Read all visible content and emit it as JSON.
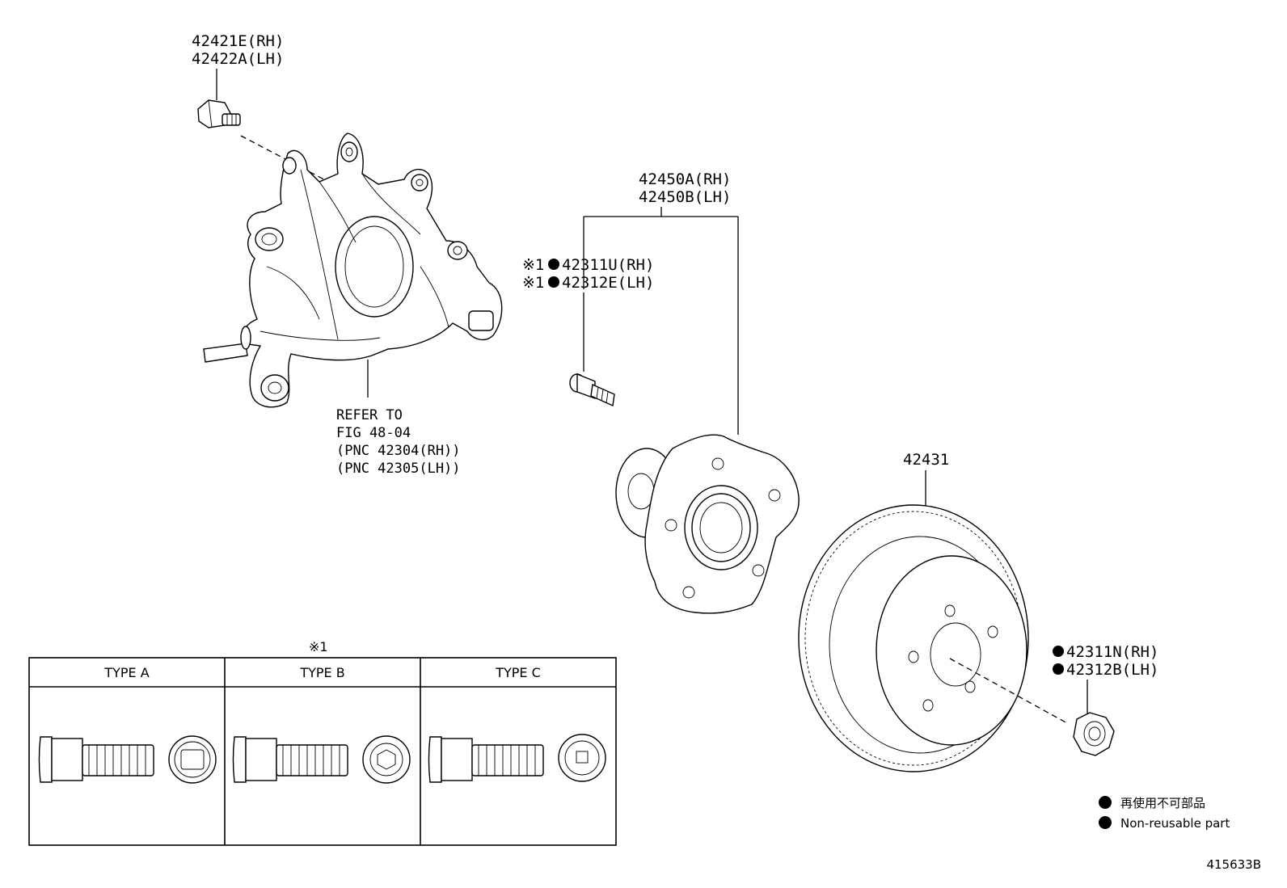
{
  "callouts": {
    "bolt_rh": "42421E(RH)",
    "bolt_lh": "42422A(LH)",
    "hub_rh": "42450A(RH)",
    "hub_lh": "42450B(LH)",
    "stud_mark": "※1",
    "stud_rh": "42311U(RH)",
    "stud_lh": "42312E(LH)",
    "refer_line1": "REFER TO",
    "refer_line2": "FIG 48-04",
    "refer_line3": "(PNC 42304(RH))",
    "refer_line4": "(PNC 42305(LH))",
    "disc": "42431",
    "nut_rh": "42311N(RH)",
    "nut_lh": "42312B(LH)"
  },
  "types_table": {
    "marker": "※1",
    "headers": [
      "TYPE A",
      "TYPE B",
      "TYPE C"
    ]
  },
  "legend": {
    "jp": "再使用不可部品",
    "en": "Non-reusable part"
  },
  "figure_id": "415633B"
}
